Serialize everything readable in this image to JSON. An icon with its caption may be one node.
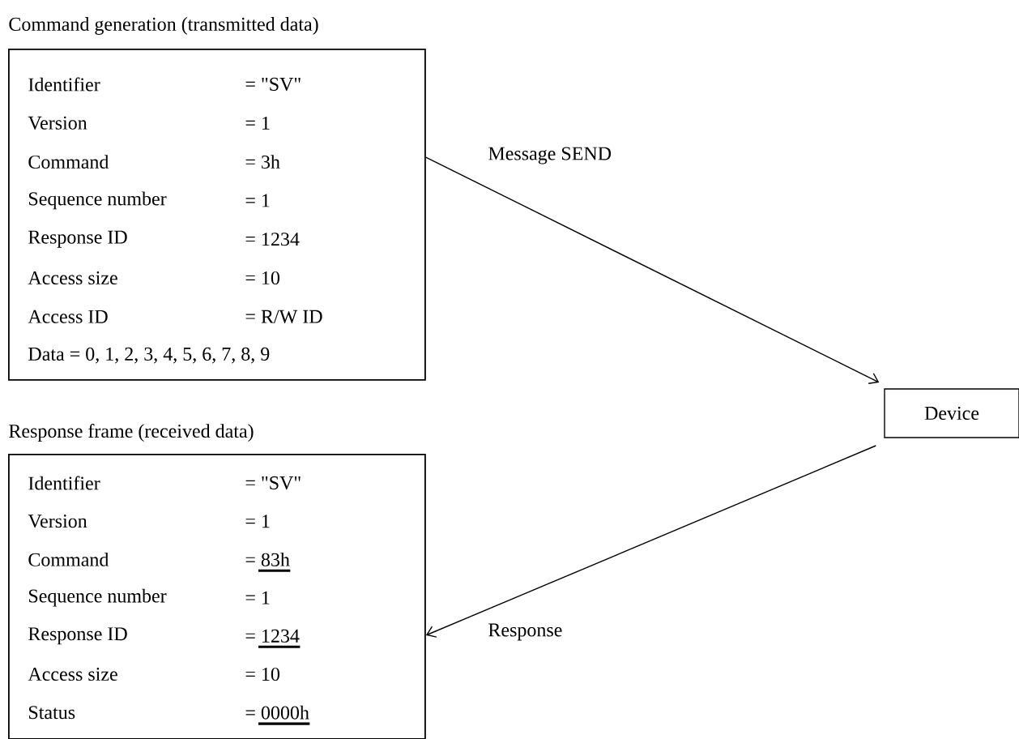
{
  "diagram": {
    "nodes": [
      {
        "text": [
          "Command generation (transmitted data)",
          "Identifier",
          "= \"SV\"",
          "Version",
          "= 1",
          "Command",
          "= 3h",
          "Sequence number",
          "= 1",
          "Response ID",
          "= 1234",
          "Access size",
          "= 10",
          "Access ID",
          "= R/W ID",
          "Data = 0, 1, 2, 3, 4, 5, 6, 7, 8, 9"
        ]
      },
      {
        "text": [
          "Device"
        ]
      },
      {
        "text": [
          "Response frame (received data)",
          "Identifier",
          "= \"SV\"",
          "Version",
          "= 1",
          "Command",
          "= 83h",
          "Sequence number",
          "= 1",
          "Response ID",
          "= 1234",
          "Access size",
          "= 10",
          "Status",
          "= 0000h"
        ]
      }
    ],
    "edges": [
      {
        "from": 0,
        "to": 1,
        "arrow": "to",
        "label": "Message SEND"
      },
      {
        "from": 1,
        "to": 2,
        "arrow": "to",
        "label": "Response"
      }
    ]
  }
}
